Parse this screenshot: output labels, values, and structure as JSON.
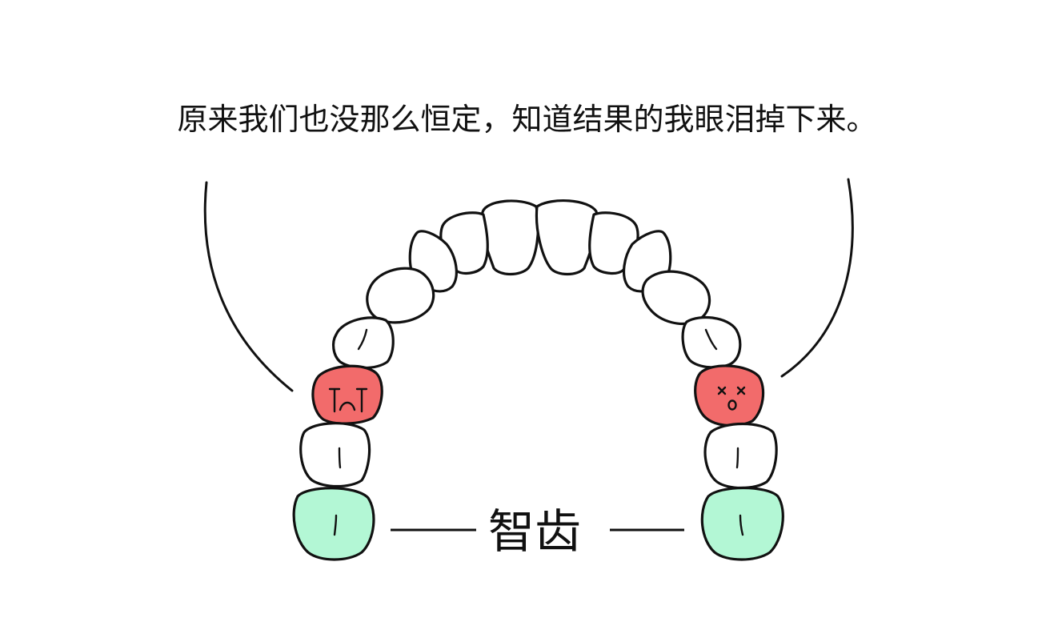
{
  "caption": "原来我们也没那么恒定，知道结果的我眼泪掉下来。",
  "label": "智齿",
  "colors": {
    "tooth_default": "#ffffff",
    "tooth_sad": "#f26b6b",
    "tooth_wisdom": "#b3f7d5",
    "outline": "#111111"
  },
  "faces": {
    "left_red_tooth": "crying-face",
    "right_red_tooth": "dizzy-face"
  }
}
